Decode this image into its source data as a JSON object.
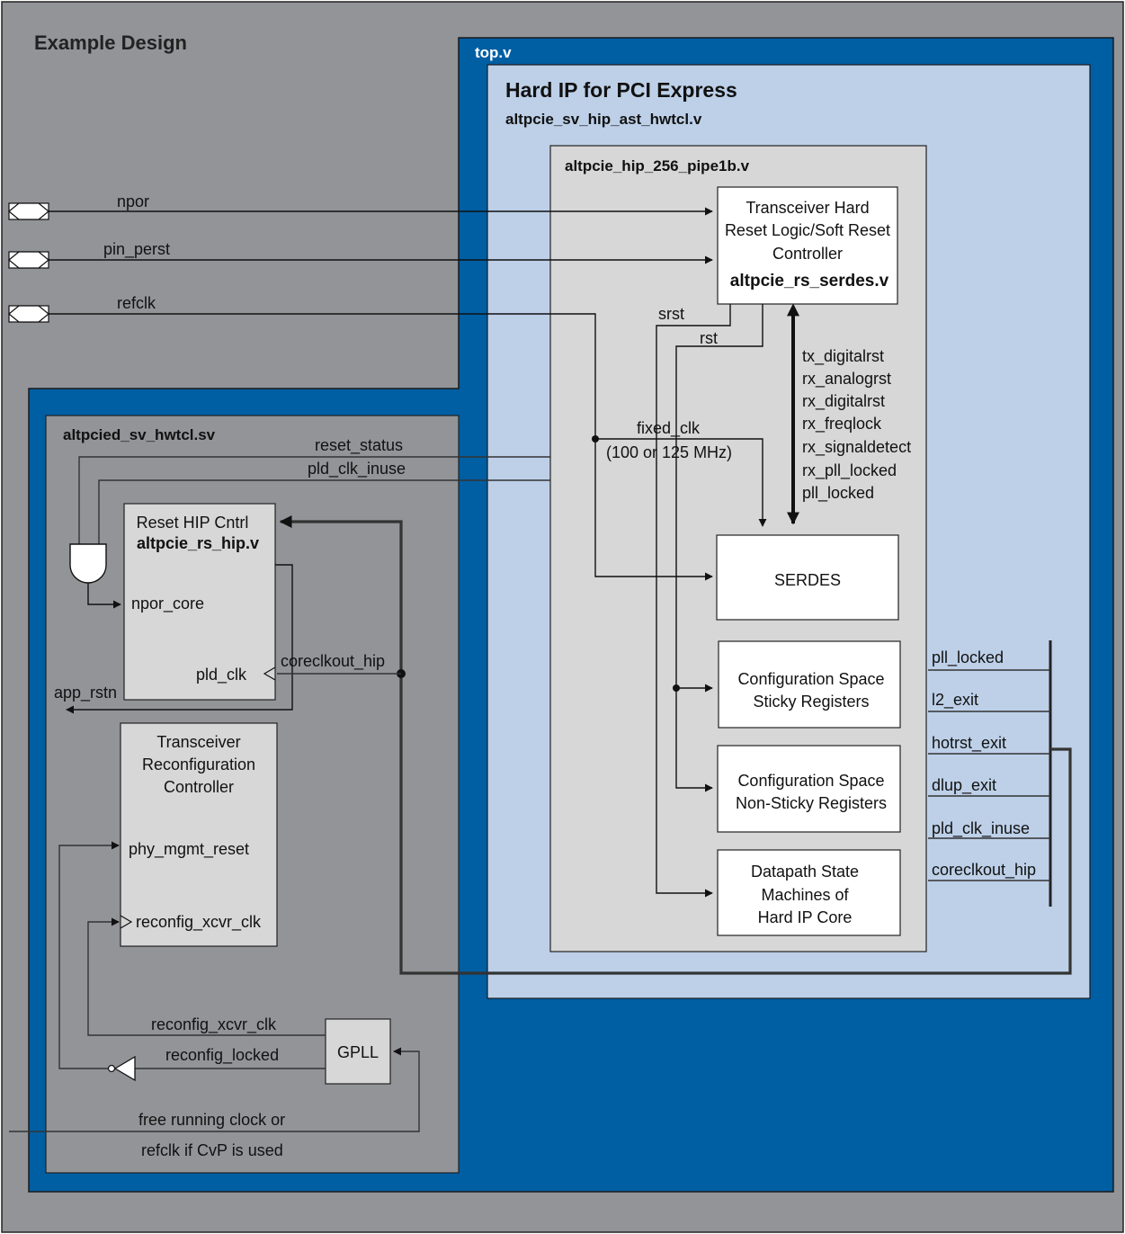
{
  "outer": {
    "title": "Example Design"
  },
  "top": {
    "title": "top.v"
  },
  "hip": {
    "title": "Hard IP for PCI Express",
    "file": "altpcie_sv_hip_ast_hwtcl.v"
  },
  "pipe": {
    "file": "altpcie_hip_256_pipe1b.v"
  },
  "ed": {
    "file": "altpcied_sv_hwtcl.sv"
  },
  "blocks": {
    "reset_ctrl": {
      "line1": "Transceiver Hard",
      "line2": "Reset Logic/Soft Reset",
      "line3": "Controller",
      "file": "altpcie_rs_serdes.v"
    },
    "serdes": {
      "label": "SERDES"
    },
    "sticky": {
      "line1": "Configuration Space",
      "line2": "Sticky Registers"
    },
    "nonsticky": {
      "line1": "Configuration Space",
      "line2": "Non-Sticky Registers"
    },
    "datapath": {
      "line1": "Datapath State",
      "line2": "Machines of",
      "line3": "Hard IP Core"
    },
    "reset_hip": {
      "title": "Reset HIP Cntrl",
      "file": "altpcie_rs_hip.v",
      "npor_core": "npor_core",
      "pld_clk": "pld_clk"
    },
    "xcvr_reconfig": {
      "line1": "Transceiver",
      "line2": "Reconfiguration",
      "line3": "Controller",
      "phy_mgmt_reset": "phy_mgmt_reset",
      "reconfig_xcvr_clk": "reconfig_xcvr_clk"
    },
    "gpll": {
      "label": "GPLL"
    }
  },
  "signals": {
    "npor": "npor",
    "pin_perst": "pin_perst",
    "refclk": "refclk",
    "srst": "srst",
    "rst": "rst",
    "fixed_clk": "fixed_clk",
    "fixed_clk_freq": "(100 or 125 MHz)",
    "reset_status": "reset_status",
    "pld_clk_inuse": "pld_clk_inuse",
    "coreclkout_hip": "coreclkout_hip",
    "app_rstn": "app_rstn",
    "reconfig_xcvr_clk": "reconfig_xcvr_clk",
    "reconfig_locked": "reconfig_locked",
    "free_running_1": "free running clock  or",
    "free_running_2": "refclk if CvP is used"
  },
  "xcvr_signals": [
    "tx_digitalrst",
    "rx_analogrst",
    "rx_digitalrst",
    "rx_freqlock",
    "rx_signaldetect",
    "rx_pll_locked",
    "pll_locked"
  ],
  "bus_signals": [
    "pll_locked",
    "l2_exit",
    "hotrst_exit",
    "dlup_exit",
    "pld_clk_inuse",
    "coreclkout_hip"
  ],
  "colors": {
    "outer": "#939498",
    "top": "#005ea3",
    "hip": "#bdd0e8",
    "pipe": "#d7d7d7",
    "ed": "#939498"
  }
}
